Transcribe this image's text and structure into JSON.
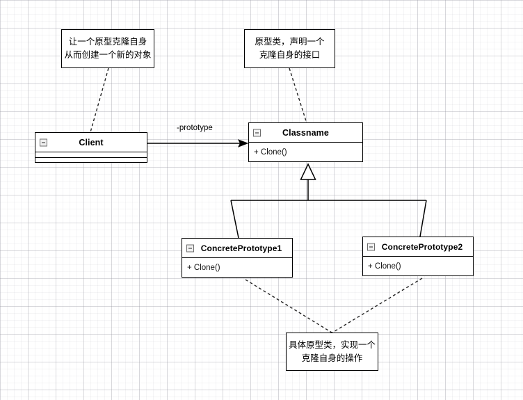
{
  "diagram": {
    "title": "Prototype Pattern UML Class Diagram",
    "background": "#ffffff",
    "line_color": "#000000"
  },
  "classes": [
    {
      "id": "client",
      "name": "Client",
      "collapse_icon": "minus-square-icon",
      "compartments": [
        "",
        ""
      ]
    },
    {
      "id": "classname",
      "name": "Classname",
      "collapse_icon": "minus-square-icon",
      "compartments": [
        "+ Clone()"
      ]
    },
    {
      "id": "concrete1",
      "name": "ConcretePrototype1",
      "collapse_icon": "minus-square-icon",
      "compartments": [
        "+ Clone()"
      ]
    },
    {
      "id": "concrete2",
      "name": "ConcretePrototype2",
      "collapse_icon": "minus-square-icon",
      "compartments": [
        "+ Clone()"
      ]
    }
  ],
  "notes": [
    {
      "id": "note_client",
      "lines": [
        "让一个原型克隆自身",
        "从而创建一个新的对象"
      ]
    },
    {
      "id": "note_classname",
      "lines": [
        "原型类，声明一个",
        "克隆自身的接口"
      ]
    },
    {
      "id": "note_concrete",
      "lines": [
        "具体原型类，实现一个",
        "克隆自身的操作"
      ]
    }
  ],
  "edges": {
    "association_label": "-prototype",
    "association": {
      "from": "client",
      "to": "classname",
      "arrow": "open-arrow-filled"
    },
    "generalizations": [
      {
        "from": "concrete1",
        "to": "classname",
        "arrow": "hollow-triangle"
      },
      {
        "from": "concrete2",
        "to": "classname",
        "arrow": "hollow-triangle"
      }
    ],
    "note_links": [
      {
        "from": "note_client",
        "to": "client",
        "style": "dashed"
      },
      {
        "from": "note_classname",
        "to": "classname",
        "style": "dashed"
      },
      {
        "from": "note_concrete",
        "to": "concrete1",
        "style": "dashed"
      },
      {
        "from": "note_concrete",
        "to": "concrete2",
        "style": "dashed"
      }
    ]
  }
}
